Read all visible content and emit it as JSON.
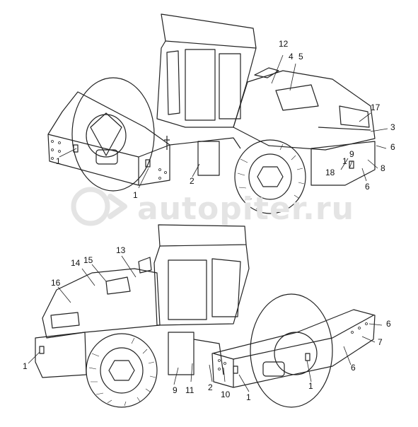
{
  "watermark": {
    "text": "autopiter.ru"
  },
  "callouts": {
    "c1a": "1",
    "c1b": "1",
    "c2a": "2",
    "c3": "3",
    "c4": "4",
    "c5a": "5",
    "c6a": "6",
    "c6b": "6",
    "c8": "8",
    "c9a": "9",
    "c1c": "1",
    "c12": "12",
    "c17": "17",
    "c18": "18",
    "c13": "13",
    "c14": "14",
    "c15": "15",
    "c16": "16",
    "c1d": "1",
    "c9b": "9",
    "c11": "11",
    "c2b": "2",
    "c10": "10",
    "c1e": "1",
    "c1f": "1",
    "c6c": "6",
    "c7": "7",
    "c6d": "6"
  }
}
